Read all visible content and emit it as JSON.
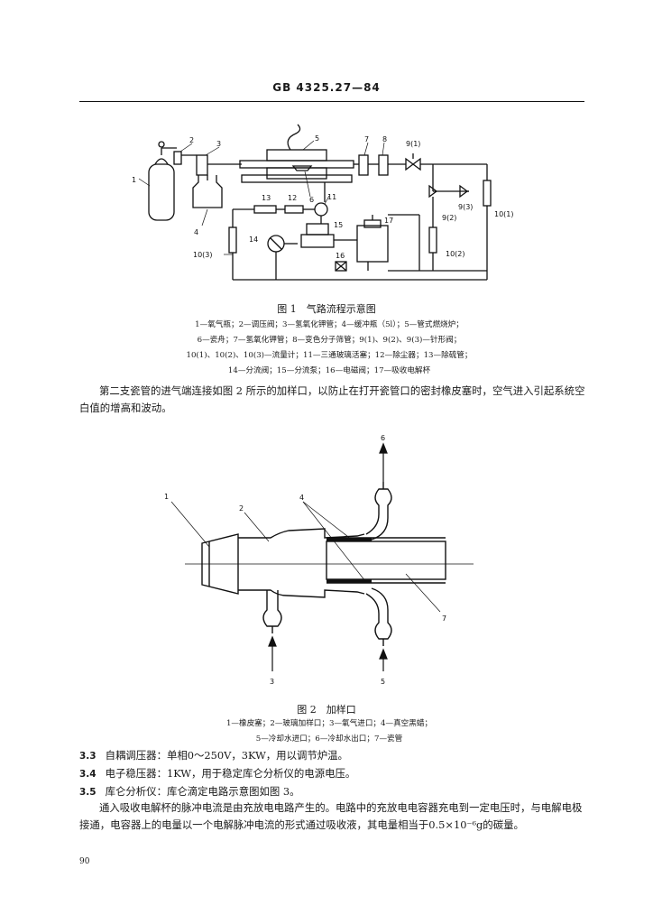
{
  "header": "GB 4325.27—84",
  "figure1": {
    "caption": "图 1　气路流程示意图",
    "callouts": [
      "1",
      "2",
      "3",
      "4",
      "5",
      "6",
      "7",
      "8",
      "9(1)",
      "9(2)",
      "9(3)",
      "10(1)",
      "10(2)",
      "10(3)",
      "11",
      "12",
      "13",
      "14",
      "15",
      "16",
      "17"
    ],
    "legend": [
      "1—氧气瓶；2—调压阀；3—氢氧化钾管；4—缓冲瓶（5l）；5—管式燃烧炉；",
      "6—瓷舟；7—氢氧化钾管；8—变色分子筛管；9(1)、9(2)、9(3)—针形阀；",
      "10(1)、10(2)、10(3)—流量计；11—三通玻璃活塞；12—除尘器；13—除硫管；",
      "14—分流阀；15—分流泵；16—电磁阀；17—吸收电解杯"
    ]
  },
  "paragraph1": "第二支瓷管的进气端连接如图 2 所示的加样口，以防止在打开瓷管口的密封橡皮塞时，空气进入引起系统空白值的增高和波动。",
  "figure2": {
    "caption": "图 2　加样口",
    "callouts": [
      "1",
      "2",
      "3",
      "4",
      "5",
      "6",
      "7"
    ],
    "legend": [
      "1—橡皮塞；2—玻璃加样口；3—氧气进口；4—真空黑蜡；",
      "5—冷却水进口；6—冷却水出口；7—瓷管"
    ]
  },
  "sections": [
    {
      "num": "3.3",
      "text": "自耦调压器：单相0～250V，3KW，用以调节炉温。"
    },
    {
      "num": "3.4",
      "text": "电子稳压器：1KW，用于稳定库仑分析仪的电源电压。"
    },
    {
      "num": "3.5",
      "text": "库仑分析仪：库仑滴定电路示意图如图 3。"
    }
  ],
  "paragraph2": "通入吸收电解杯的脉冲电流是由充放电电路产生的。电路中的充放电电容器充电到一定电压时，与电解电极接通，电容器上的电量以一个电解脉冲电流的形式通过吸收液，其电量相当于0.5×10⁻⁶g的碳量。",
  "page_number": "90"
}
